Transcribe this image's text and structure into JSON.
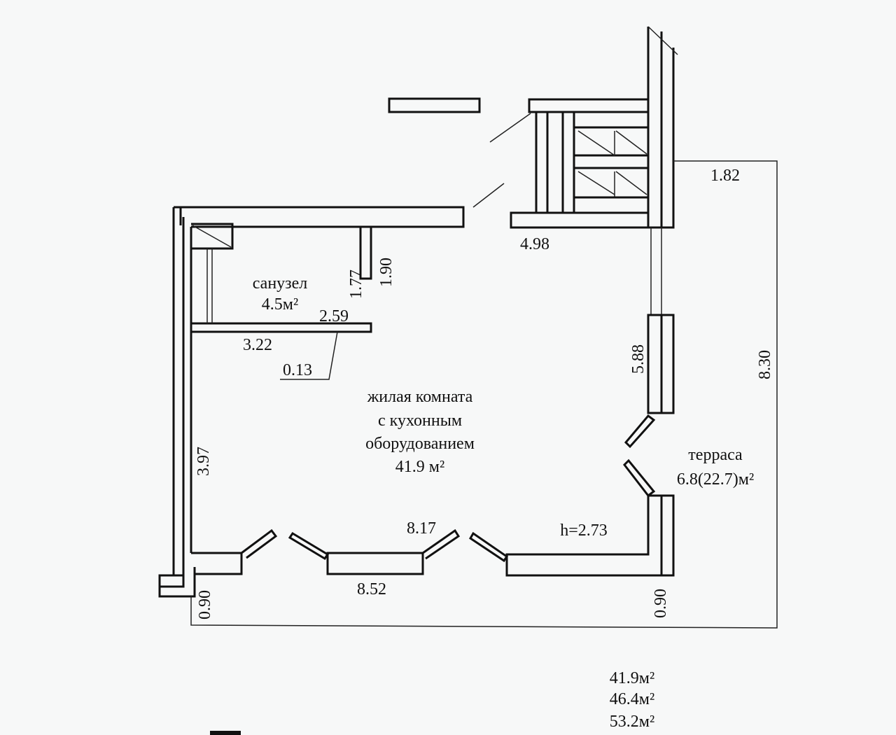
{
  "rooms": {
    "bathroom": {
      "name": "санузел",
      "area": "4.5м²"
    },
    "living": {
      "line1": "жилая комната",
      "line2": "с кухонным",
      "line3": "оборудованием",
      "area": "41.9 м²"
    },
    "terrace": {
      "name": "терраса",
      "area": "6.8(22.7)м²"
    }
  },
  "dimensions": {
    "d_1_82": "1.82",
    "d_4_98": "4.98",
    "d_1_90": "1.90",
    "d_1_77": "1.77",
    "d_2_59": "2.59",
    "d_3_22": "3.22",
    "d_0_13": "0.13",
    "d_5_88": "5.88",
    "d_8_30": "8.30",
    "d_3_97": "3.97",
    "d_8_17": "8.17",
    "d_8_52": "8.52",
    "d_0_90_left": "0.90",
    "d_0_90_right": "0.90",
    "ceiling_height": "h=2.73"
  },
  "area_summary": [
    "41.9м²",
    "46.4м²",
    "53.2м²"
  ]
}
